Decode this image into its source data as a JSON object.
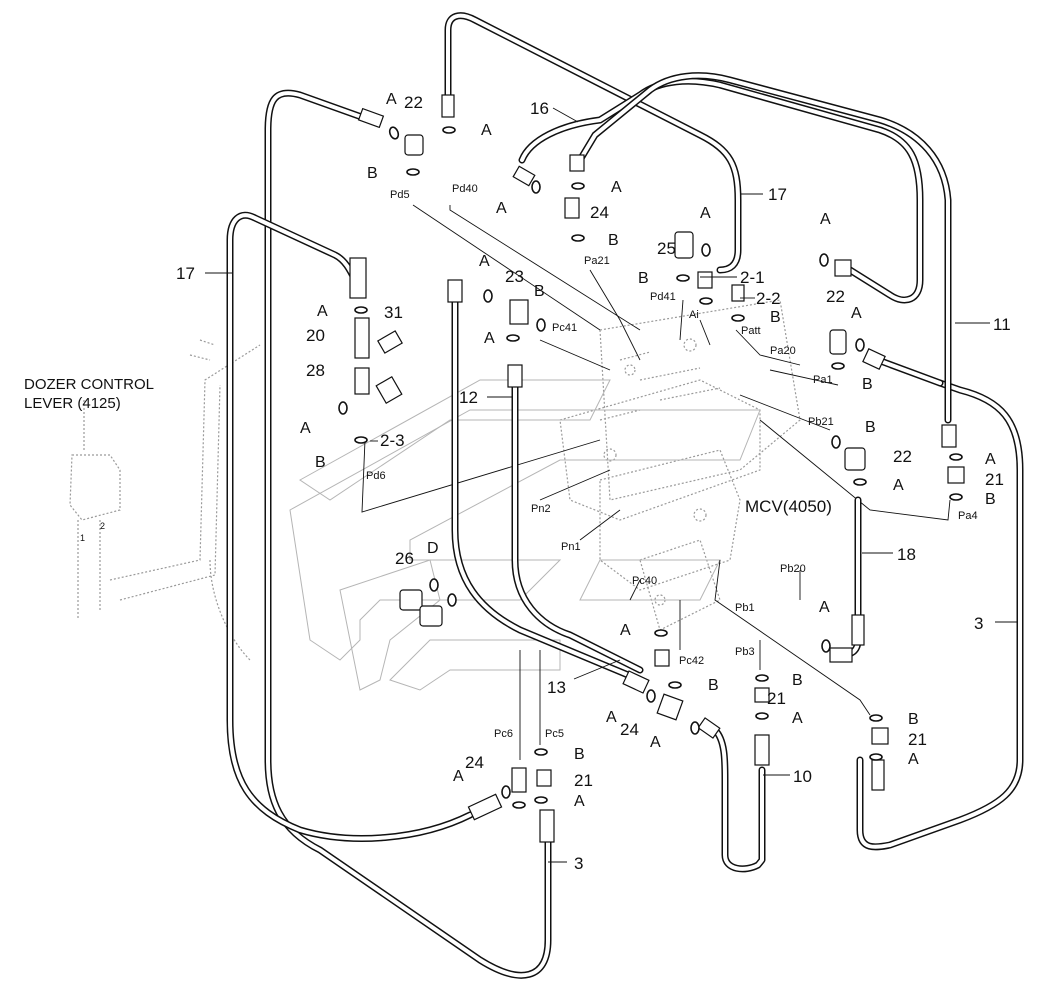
{
  "diagram": {
    "caption": {
      "line1": "DOZER CONTROL",
      "line2": "LEVER (4125)"
    },
    "mcv_label": "MCV(4050)",
    "part_numbers": {
      "p2_1": "2-1",
      "p2_2": "2-2",
      "p2_3": "2-3",
      "p3_right": "3",
      "p3_bottom": "3",
      "p10": "10",
      "p11": "11",
      "p12": "12",
      "p13": "13",
      "p16": "16",
      "p17_left": "17",
      "p17_top": "17",
      "p18": "18",
      "p20": "20",
      "p21_a": "21",
      "p21_b": "21",
      "p21_c": "21",
      "p21_d": "21",
      "p22_a": "22",
      "p22_b": "22",
      "p22_c": "22",
      "p23": "23",
      "p24_a": "24",
      "p24_b": "24",
      "p24_c": "24",
      "p25": "25",
      "p26": "26",
      "p28": "28",
      "p31": "31"
    },
    "letters": {
      "A": "A",
      "B": "B",
      "D": "D"
    },
    "ports": {
      "pd5": "Pd5",
      "pd40": "Pd40",
      "pd41": "Pd41",
      "pd6": "Pd6",
      "pa21": "Pa21",
      "pa20": "Pa20",
      "pa1": "Pa1",
      "pa4": "Pa4",
      "ai": "Ai",
      "patt": "Patt",
      "pc41": "Pc41",
      "pc40": "Pc40",
      "pc42": "Pc42",
      "pc5": "Pc5",
      "pc6": "Pc6",
      "pb21": "Pb21",
      "pb20": "Pb20",
      "pb1": "Pb1",
      "pb3": "Pb3",
      "pn1": "Pn1",
      "pn2": "Pn2"
    },
    "lever_ports": {
      "one": "1",
      "two": "2"
    }
  }
}
